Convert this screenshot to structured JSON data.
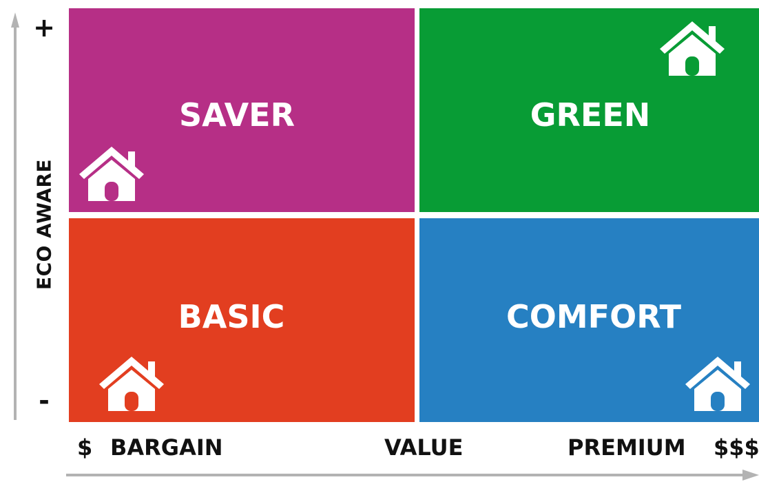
{
  "y_axis": {
    "label": "ECO AWARE",
    "top_marker": "+",
    "bottom_marker": "-"
  },
  "x_axis": {
    "low_symbol": "$",
    "low_label": "BARGAIN",
    "mid_label": "VALUE",
    "high_label": "PREMIUM",
    "high_symbol": "$$$"
  },
  "quadrants": {
    "saver": {
      "label": "SAVER",
      "color": "#b62f86",
      "icon": "house-icon"
    },
    "green": {
      "label": "GREEN",
      "color": "#089c35",
      "icon": "house-icon"
    },
    "basic": {
      "label": "BASIC",
      "color": "#e23e20",
      "icon": "house-icon"
    },
    "comfort": {
      "label": "COMFORT",
      "color": "#2680c2",
      "icon": "house-icon"
    }
  },
  "colors": {
    "axis_arrow": "#b3b3b3",
    "text": "#111111",
    "quadrant_text": "#ffffff"
  }
}
